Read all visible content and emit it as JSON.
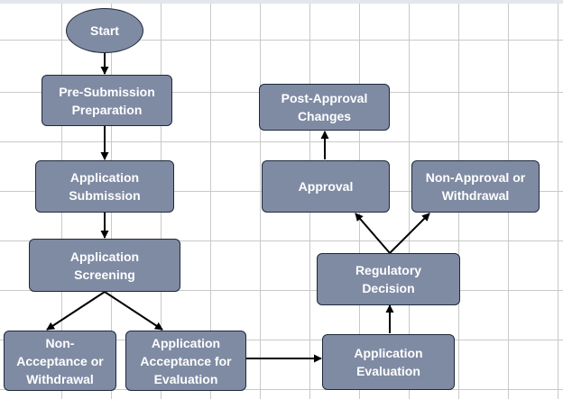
{
  "nodes": {
    "start": "Start",
    "pre_submission": "Pre-Submission\nPreparation",
    "application_submission": "Application\nSubmission",
    "application_screening": "Application\nScreening",
    "non_acceptance": "Non-\nAcceptance or\nWithdrawal",
    "application_acceptance": "Application\nAcceptance for\nEvaluation",
    "application_evaluation": "Application\nEvaluation",
    "regulatory_decision": "Regulatory\nDecision",
    "approval": "Approval",
    "non_approval": "Non-Approval or\nWithdrawal",
    "post_approval": "Post-Approval\nChanges"
  },
  "colors": {
    "node_fill": "#7f8ba3",
    "node_border": "#1d2a3a",
    "node_text": "#ffffff",
    "arrow": "#000000",
    "grid": "#c9c9c9"
  }
}
